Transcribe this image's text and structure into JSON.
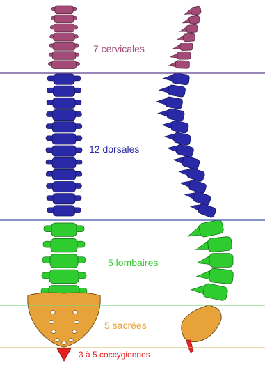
{
  "regions": {
    "cervical": {
      "label": "7 cervicales",
      "color": "#a34a77",
      "count": 7
    },
    "dorsal": {
      "label": "12 dorsales",
      "color": "#2a2aa8",
      "count": 12
    },
    "lumbar": {
      "label": "5 lombaires",
      "color": "#2fcc2f",
      "count": 5
    },
    "sacral": {
      "label": "5 sacrées",
      "color": "#e8a23a",
      "count": 5
    },
    "coccygeal": {
      "label": "3 à 5 coccygiennes",
      "color": "#e42020",
      "count": "3 à 5"
    }
  },
  "divider_colors": {
    "cervical_dorsal": "#5b3f8f",
    "dorsal_lumbar": "#3f4fa8",
    "lumbar_sacral": "#7fd67f",
    "sacral_coccygeal": "#d9c07a"
  }
}
